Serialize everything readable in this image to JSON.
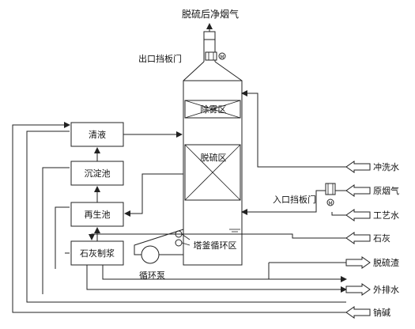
{
  "title_outlet": "脱硫后净烟气",
  "outlet_damper": "出口挡板门",
  "inlet_damper": "入口挡板门",
  "motor_symbol": "M",
  "zones": {
    "demister": "除雾区",
    "absorption": "脱硫区",
    "circulation": "塔釜循环区"
  },
  "tanks": {
    "clear": "清液",
    "settling": "沉淀池",
    "regen": "再生池",
    "lime": "石灰制浆"
  },
  "pump": "循环泵",
  "streams": {
    "wash_water": "冲洗水",
    "raw_flue_gas": "原烟气",
    "process_water": "工艺水",
    "lime": "石灰",
    "slag": "脱硫渣",
    "discharge": "外排水",
    "soda": "钠碱"
  }
}
